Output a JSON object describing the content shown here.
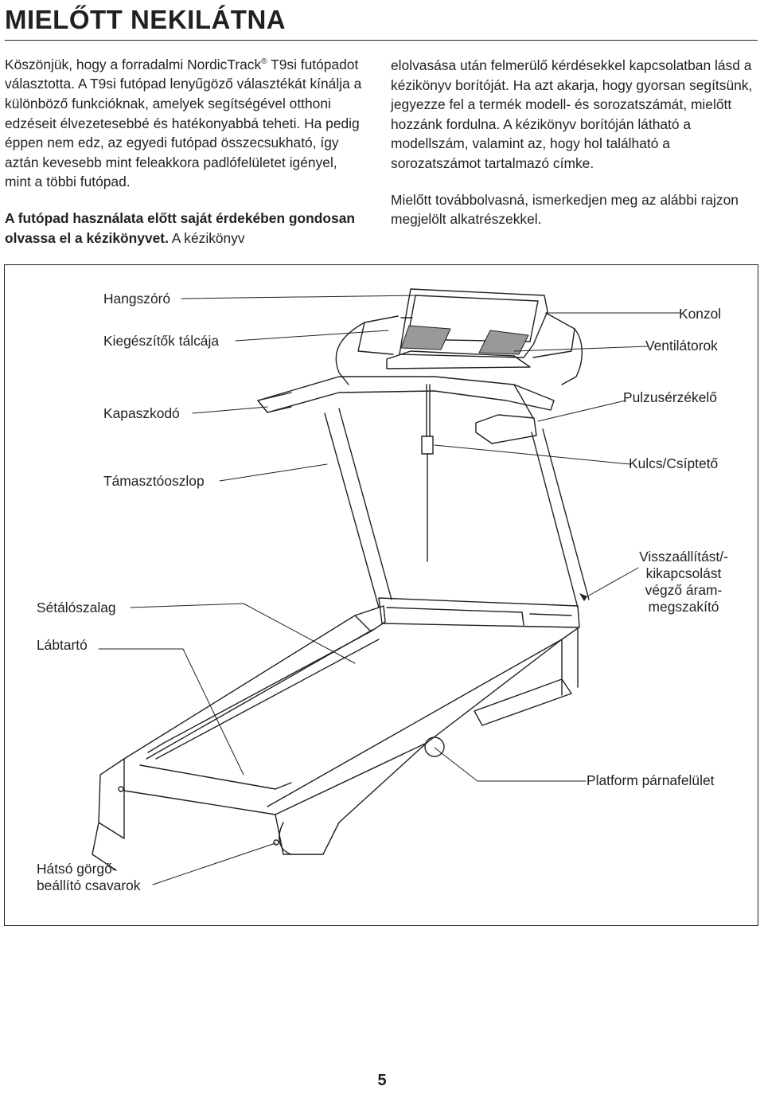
{
  "heading": "MIELŐTT NEKILÁTNA",
  "intro": {
    "left_p1_a": "Köszönjük, hogy a forradalmi NordicTrack",
    "left_p1_reg": "®",
    "left_p1_b": " T9si futópadot választotta. A T9si futópad lenyűgöző választékát kínálja a különböző funkcióknak, amelyek segítségével otthoni edzéseit élvezetesebbé és hatékonyabbá teheti. Ha pedig éppen nem edz, az egyedi futópad összecsukható, így aztán kevesebb mint feleakkora padlófelületet igényel, mint a többi futópad.",
    "left_p2_bold": "A futópad használata előtt saját érdekében gondosan olvassa el a kézikönyvet.",
    "left_p2_rest": " A kézikönyv",
    "right_p1": "elolvasása után felmerülő kérdésekkel kapcsolatban lásd a kézikönyv borítóját. Ha azt akarja, hogy gyorsan segítsünk, jegyezze fel a termék modell- és sorozatszámát, mielőtt hozzánk fordulna. A kézikönyv borítóján látható a modellszám, valamint az, hogy hol található a sorozatszámot tartalmazó címke.",
    "right_p2": "Mielőtt továbbolvasná, ismerkedjen meg az alábbi rajzon megjelölt alkatrészekkel."
  },
  "labels": {
    "speaker": "Hangszóró",
    "accessory_tray": "Kiegészítők tálcája",
    "handrail": "Kapaszkodó",
    "upright": "Támasztóoszlop",
    "walking_belt": "Sétálószalag",
    "foot_rail": "Lábtartó",
    "rear_roller_bolts_1": "Hátsó görgő-",
    "rear_roller_bolts_2": "beállító csavarok",
    "console": "Konzol",
    "fans": "Ventilátorok",
    "pulse_sensor": "Pulzusérzékelő",
    "key_clip": "Kulcs/Csíptető",
    "reset_breaker_1": "Visszaállítást/-",
    "reset_breaker_2": "kikapcsolást",
    "reset_breaker_3": "végző áram-",
    "reset_breaker_4": "megszakító",
    "platform_cushion": "Platform párnafelület"
  },
  "page_number": "5"
}
